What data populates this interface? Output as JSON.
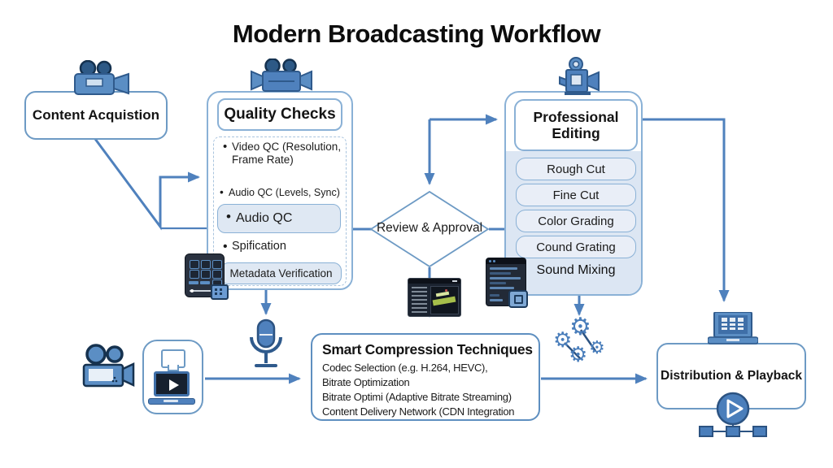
{
  "title": "Modern Broadcasting Workflow",
  "nodes": {
    "content_acquisition": {
      "label": "Content Acquistion"
    },
    "quality_checks": {
      "title": "Quality Checks",
      "items": [
        "Video QC (Resolution, Frame Rate)",
        "Audio QC (Levels, Sync)",
        "Audio QC",
        "Spification",
        "Metadata Verification"
      ]
    },
    "review_approval": {
      "label": "Review & Approval"
    },
    "professional_editing": {
      "title": "Professional Editing",
      "steps": [
        "Rough Cut",
        "Fine Cut",
        "Color Grading",
        "Cound Grating",
        "Sound Mixing"
      ]
    },
    "smart_compression": {
      "title": "Smart Compression Techniques",
      "lines": [
        "Codec Selection (e.g. H.264, HEVC),",
        "Bitrate Optimization",
        "Bitrate Optimi (Adaptive Bitrate Streaming)",
        "Content Delivery Network (CDN Integration"
      ]
    },
    "distribution_playback": {
      "label": "Distribution & Playback"
    }
  },
  "glyphs": {
    "gear": "⚙"
  },
  "icons": [
    "movie-camera-icon",
    "projector-camera-icon",
    "film-camera-icon",
    "camcorder-icon",
    "keypad-panel-icon",
    "video-editor-icon",
    "code-window-icon",
    "microphone-icon",
    "gears-icon",
    "laptop-grid-icon",
    "laptop-player-icon",
    "play-circle-icon",
    "network-nodes-icon"
  ],
  "colors": {
    "arrow": "#4f81bd",
    "box_border": "#6d9ac4",
    "inner_border": "#8ab1d6",
    "panel_fill": "#dce6f3",
    "subbox_fill": "#dfe8f3",
    "dark_icon": "#222a37",
    "accent_green": "#a6bf4b",
    "text": "#141414"
  }
}
